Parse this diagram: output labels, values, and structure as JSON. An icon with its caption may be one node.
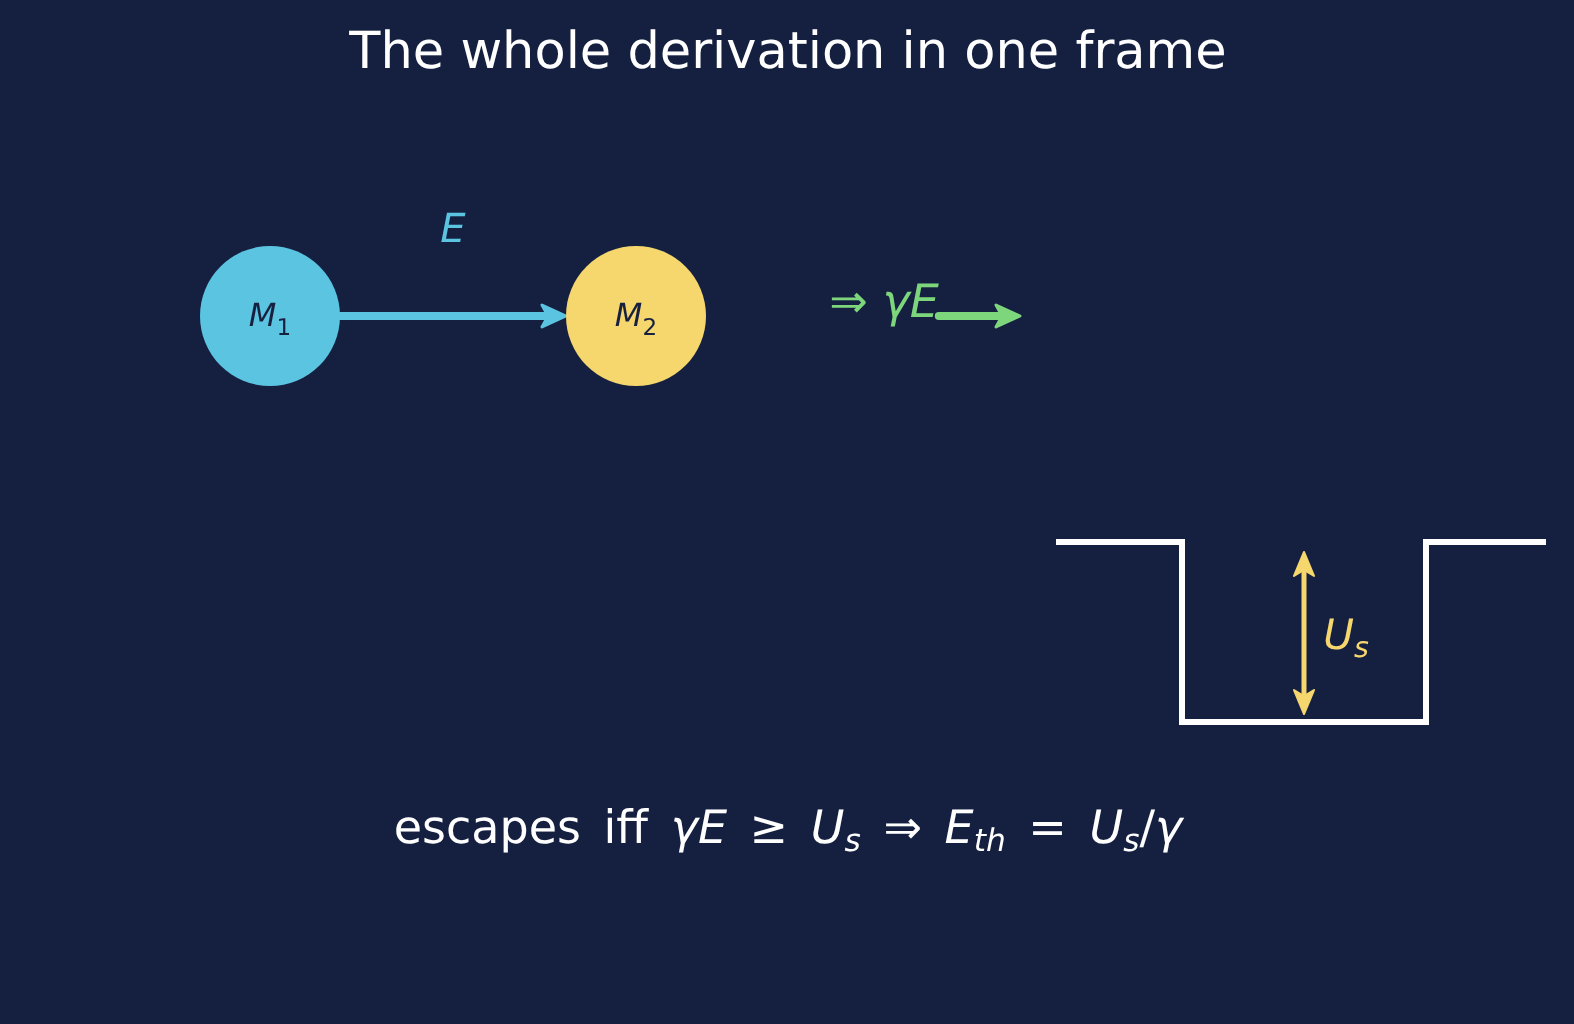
{
  "diagram": {
    "title": "The whole derivation in one frame",
    "nodes": [
      {
        "text": [
          "*M*$_{1}$"
        ]
      },
      {
        "text": [
          "*M*$_{2}$"
        ]
      },
      {
        "text": [
          "⇒ *γE*"
        ]
      }
    ],
    "edges": [
      {
        "from": 0,
        "to": 1,
        "arrow": "to",
        "label": "E",
        "color": "#5bc4e0"
      },
      {
        "from": 2,
        "to": null,
        "arrow": "to",
        "color": "#7ed67c"
      }
    ],
    "labels": [
      "U$_{s}$",
      "escapes iff *γE* ≥ *U*$_{s}$ ⇒ *E*$_{th}$ = *U*$_{s}$/*γ*"
    ]
  }
}
